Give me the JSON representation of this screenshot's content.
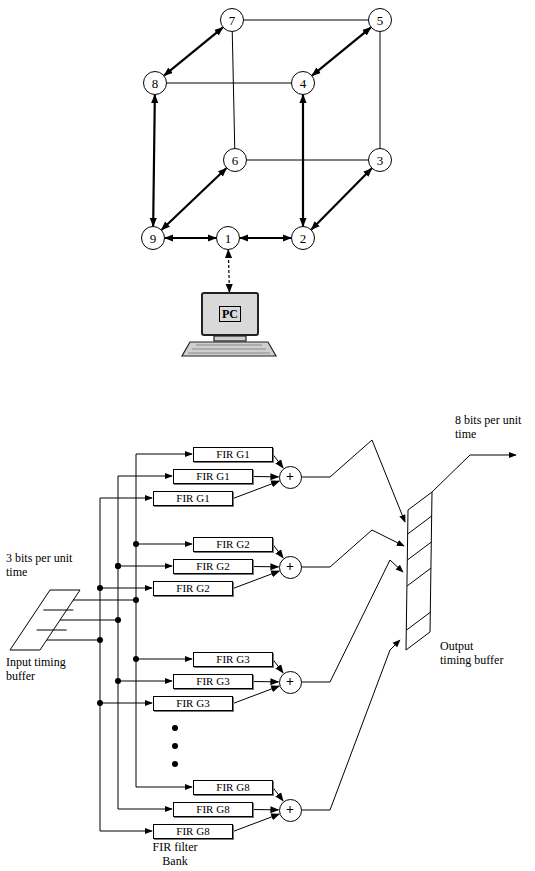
{
  "diagram": {
    "nodes": [
      {
        "text": [
          "7"
        ]
      },
      {
        "text": [
          "5"
        ]
      },
      {
        "text": [
          "8"
        ]
      },
      {
        "text": [
          "4"
        ]
      },
      {
        "text": [
          "6"
        ]
      },
      {
        "text": [
          "3"
        ]
      },
      {
        "text": [
          "9"
        ]
      },
      {
        "text": [
          "1"
        ]
      },
      {
        "text": [
          "2"
        ]
      },
      {
        "text": [
          "PC"
        ]
      },
      {
        "text": [
          "FIR G1"
        ]
      },
      {
        "text": [
          "FIR G1"
        ]
      },
      {
        "text": [
          "FIR G1"
        ]
      },
      {
        "text": [
          "+"
        ]
      },
      {
        "text": [
          "FIR G2"
        ]
      },
      {
        "text": [
          "FIR G2"
        ]
      },
      {
        "text": [
          "FIR G2"
        ]
      },
      {
        "text": [
          "+"
        ]
      },
      {
        "text": [
          "FIR G3"
        ]
      },
      {
        "text": [
          "FIR G3"
        ]
      },
      {
        "text": [
          "FIR G3"
        ]
      },
      {
        "text": [
          "+"
        ]
      },
      {
        "text": [
          "FIR G8"
        ]
      },
      {
        "text": [
          "FIR G8"
        ]
      },
      {
        "text": [
          "FIR G8"
        ]
      },
      {
        "text": [
          "+"
        ]
      }
    ],
    "edges": [
      {
        "from": 2,
        "to": 0,
        "arrow": "both"
      },
      {
        "from": 0,
        "to": 1,
        "arrow": "none"
      },
      {
        "from": 2,
        "to": 3,
        "arrow": "none"
      },
      {
        "from": 3,
        "to": 1,
        "arrow": "both"
      },
      {
        "from": 0,
        "to": 4,
        "arrow": "none"
      },
      {
        "from": 1,
        "to": 5,
        "arrow": "none"
      },
      {
        "from": 4,
        "to": 5,
        "arrow": "none"
      },
      {
        "from": 2,
        "to": 6,
        "arrow": "both"
      },
      {
        "from": 3,
        "to": 8,
        "arrow": "both"
      },
      {
        "from": 6,
        "to": 4,
        "arrow": "both"
      },
      {
        "from": 8,
        "to": 5,
        "arrow": "both"
      },
      {
        "from": 6,
        "to": 7,
        "arrow": "both"
      },
      {
        "from": 7,
        "to": 8,
        "arrow": "both"
      },
      {
        "from": 7,
        "to": 9,
        "arrow": "both"
      },
      {
        "from": 10,
        "to": 13,
        "arrow": "to"
      },
      {
        "from": 11,
        "to": 13,
        "arrow": "to"
      },
      {
        "from": 12,
        "to": 13,
        "arrow": "to"
      },
      {
        "from": 14,
        "to": 17,
        "arrow": "to"
      },
      {
        "from": 15,
        "to": 17,
        "arrow": "to"
      },
      {
        "from": 16,
        "to": 17,
        "arrow": "to"
      },
      {
        "from": 18,
        "to": 21,
        "arrow": "to"
      },
      {
        "from": 19,
        "to": 21,
        "arrow": "to"
      },
      {
        "from": 20,
        "to": 21,
        "arrow": "to"
      },
      {
        "from": 22,
        "to": 25,
        "arrow": "to"
      },
      {
        "from": 23,
        "to": 25,
        "arrow": "to"
      },
      {
        "from": 24,
        "to": 25,
        "arrow": "to"
      }
    ],
    "labels": [
      "3 bits per unit time",
      "Input timing buffer",
      "8 bits per unit time",
      "Output timing buffer",
      "FIR filter Bank"
    ]
  }
}
